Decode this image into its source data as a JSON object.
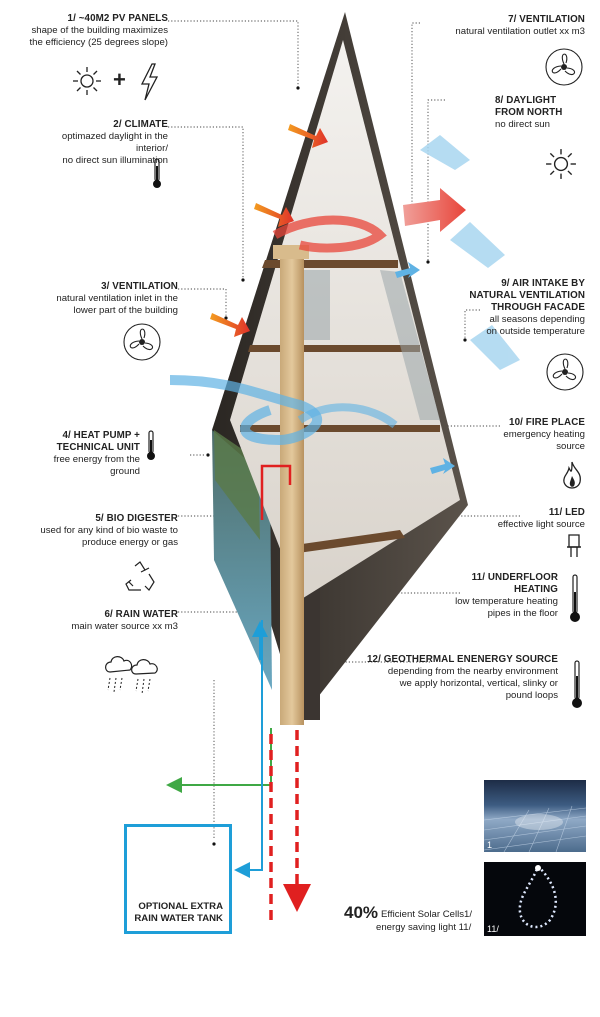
{
  "labels": {
    "pv": {
      "title": "1/ ~40M2 PV PANELS",
      "body": "shape of the building maximizes\nthe efficiency (25 degrees slope)"
    },
    "climate": {
      "title": "2/ CLIMATE",
      "body": "optimazed daylight in the\ninterior/\nno direct sun illumination"
    },
    "ventilation_in": {
      "title": "3/ VENTILATION",
      "body": "natural ventilation inlet in the\nlower part of the building"
    },
    "heat_pump": {
      "title": "4/ HEAT PUMP +\nTECHNICAL UNIT",
      "body": "free energy from  the\nground"
    },
    "bio": {
      "title": "5/ BIO DIGESTER",
      "body": "used for any kind of bio  waste to\nproduce energy or gas"
    },
    "rain": {
      "title": "6/ RAIN WATER",
      "body": "main water source  xx m3"
    },
    "ventilation_out": {
      "title": "7/ VENTILATION",
      "body": "natural ventilation outlet  xx m3"
    },
    "daylight": {
      "title": "8/ DAYLIGHT\nFROM  NORTH",
      "body": "no  direct sun"
    },
    "air_intake": {
      "title": "9/ AIR INTAKE BY\nNATURAL VENTILATION\nTHROUGH FACADE",
      "body": "all seasons depending\non outside temperature"
    },
    "fire": {
      "title": "10/ FIRE PLACE",
      "body": "emergency heating\nsource"
    },
    "led": {
      "title": "11/ LED",
      "body": "effective light source"
    },
    "underfloor": {
      "title": "11/ UNDERFLOOR\nHEATING",
      "body": "low temperature heating\npipes in the floor"
    },
    "geothermal": {
      "title": "12/ GEOTHERMAL ENENERGY SOURCE",
      "body": "depending from the nearby environment\nwe  apply horizontal, vertical, slinky or\npound loops"
    }
  },
  "tank": {
    "text": "OPTIONAL EXTRA\nRAIN WATER TANK"
  },
  "stat": {
    "percent": "40%",
    "line1": "Efficient Solar Cells1/",
    "line2": "energy saving light 11/"
  },
  "photos": [
    {
      "tag": "1"
    },
    {
      "tag": "11/"
    }
  ],
  "icons": {
    "pv_sun": "sun-icon",
    "plus": "+",
    "pv_lightning": "lightning-icon",
    "climate": "thermometer-icon",
    "vent_in": "fan-icon",
    "heat_pump": "thermometer-icon",
    "bio": "recycle-icon",
    "rain": "rain-cloud-icon",
    "vent_out": "fan-icon",
    "daylight": "sun-icon",
    "air_intake": "fan-icon",
    "fire": "flame-icon",
    "led": "bulb-icon",
    "underfloor": "thermometer-icon",
    "geothermal": "thermometer-icon"
  },
  "colors": {
    "water": "#1e9ed8",
    "bio": "#3fa845",
    "geothermal": "#e02020",
    "airflow": "#a9d6f0"
  }
}
